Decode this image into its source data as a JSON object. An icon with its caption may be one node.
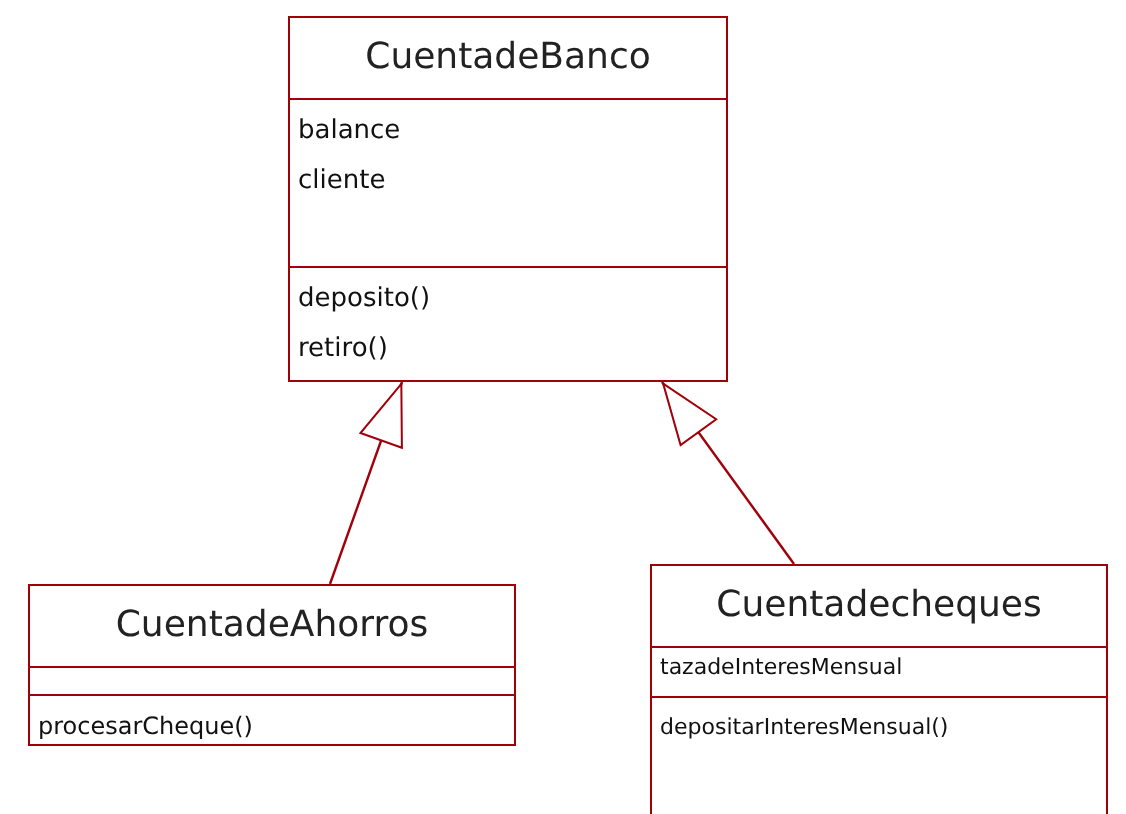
{
  "diagram": {
    "nodes": [
      {
        "text": [
          "CuentadeBanco"
        ]
      },
      {
        "text": [
          "balance",
          "cliente"
        ],
        "in": 0
      },
      {
        "text": [
          "deposito()",
          "retiro()"
        ],
        "in": 0
      },
      {
        "text": [
          "CuentadeAhorros"
        ]
      },
      {
        "text": [],
        "shape": "box",
        "in": 3
      },
      {
        "text": [
          "procesarCheque()"
        ],
        "in": 3
      },
      {
        "text": [
          "Cuentadecheques"
        ]
      },
      {
        "text": [
          "tazadeInteresMensual"
        ],
        "in": 6
      },
      {
        "text": [
          "depositarInteresMensual()"
        ],
        "in": 6
      }
    ],
    "edges": [
      {
        "from": 3,
        "to": 0,
        "arrow": "to"
      },
      {
        "from": 6,
        "to": 0,
        "arrow": "to"
      }
    ]
  }
}
